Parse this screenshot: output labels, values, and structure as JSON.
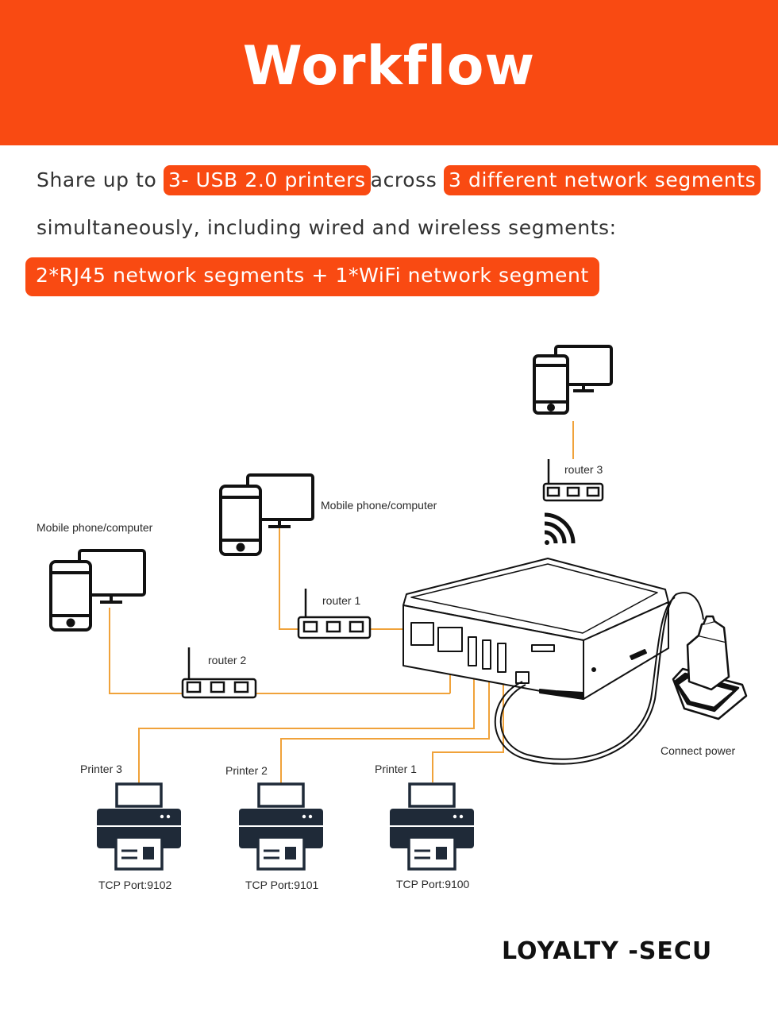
{
  "header": {
    "title": "Workflow"
  },
  "intro": {
    "prefix": "Share up to",
    "highlight_printers": "3- USB 2.0 printers",
    "middle": "across",
    "highlight_segments": "3 different network segments",
    "line2": "simultaneously, including wired and wireless segments:",
    "highlight_line3": "2*RJ45 network segments + 1*WiFi network segment"
  },
  "diagram": {
    "devices": [
      {
        "label": "Mobile phone/computer"
      },
      {
        "label": "Mobile phone/computer"
      }
    ],
    "routers": [
      {
        "label": "router 1"
      },
      {
        "label": "router 2"
      },
      {
        "label": "router 3"
      }
    ],
    "printers": [
      {
        "name": "Printer 3",
        "port": "TCP Port:9102"
      },
      {
        "name": "Printer 2",
        "port": "TCP Port:9101"
      },
      {
        "name": "Printer 1",
        "port": "TCP Port:9100"
      }
    ],
    "power_label": "Connect power",
    "wire_color": "#f0a23a",
    "icons": [
      "phone-computer-icon",
      "router-icon",
      "wifi-icon",
      "print-server-icon",
      "power-adapter-icon",
      "printer-icon"
    ]
  },
  "brand": {
    "logo": "LOYALTY -SECU"
  },
  "colors": {
    "accent": "#f94a12",
    "text": "#333333"
  }
}
